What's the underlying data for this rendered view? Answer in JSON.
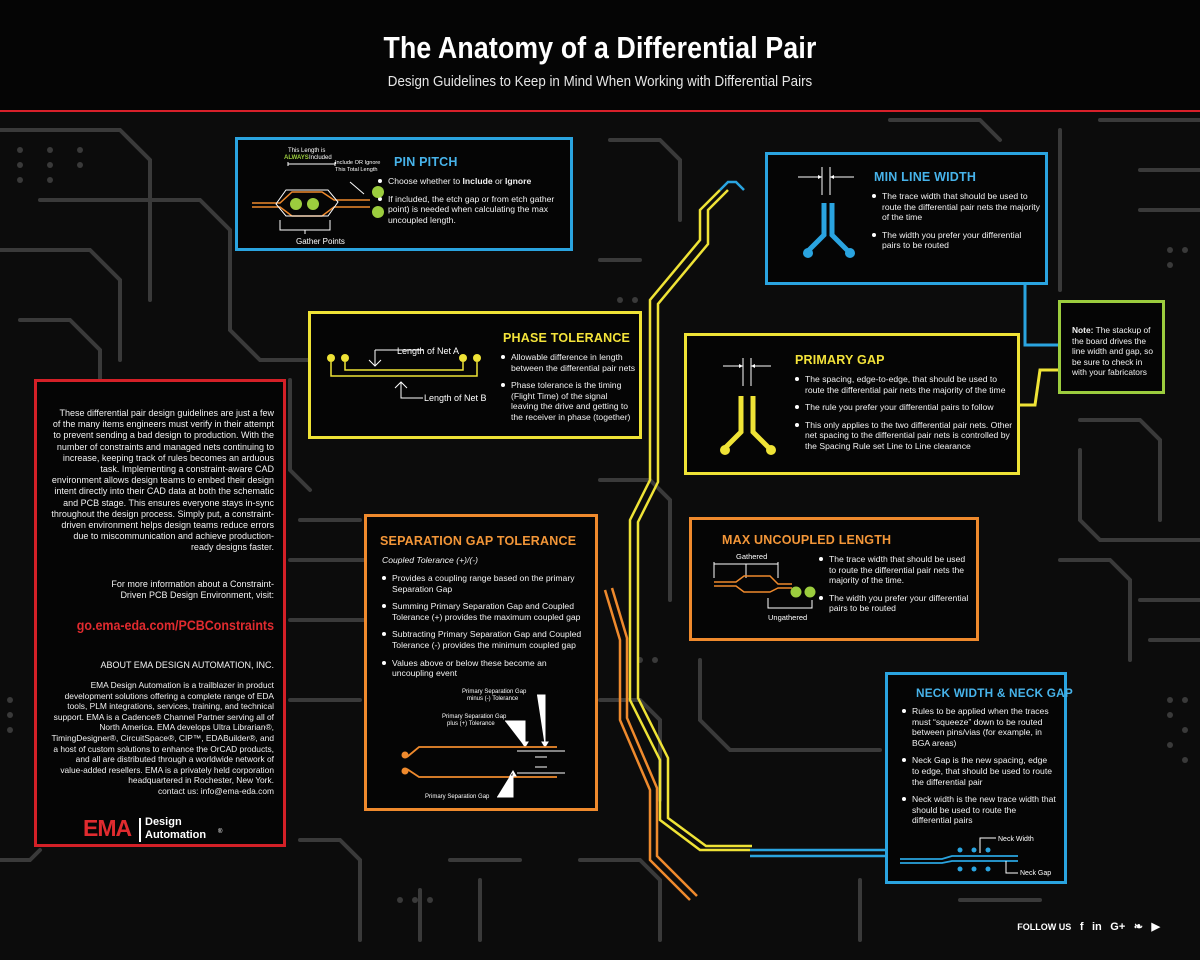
{
  "header": {
    "title": "The Anatomy of a Differential Pair",
    "subtitle": "Design Guidelines to Keep in Mind When Working with Differential Pairs"
  },
  "colors": {
    "blue": "#2aa4e0",
    "yellow": "#efe336",
    "orange": "#ef8a2d",
    "red": "#d42027",
    "green": "#9ccd3e"
  },
  "pin_pitch": {
    "title": "PIN PITCH",
    "bullets": [
      {
        "pre": "Choose whether to ",
        "b1": "Include",
        "mid": " or ",
        "b2": "Ignore"
      },
      {
        "text": "If included, the etch gap or from etch gather point) is needed when calculating the max uncoupled length."
      }
    ],
    "fig": {
      "length_label_1": "This Length is",
      "length_label_always": "ALWAYS",
      "length_label_2": "Included",
      "ignore_label_1": "Include OR Ignore",
      "ignore_label_2": "This Total Length",
      "gather_label": "Gather Points"
    }
  },
  "min_line_width": {
    "title": "MIN LINE WIDTH",
    "bullets": [
      "The trace  width that should be used to route the differential pair nets the majority of the time",
      "The width you prefer your differential pairs to be routed"
    ]
  },
  "note": {
    "label": "Note:",
    "text": " The stackup of the board drives the line width and gap, so be sure to check in with your fabricators"
  },
  "phase_tolerance": {
    "title": "PHASE TOLERANCE",
    "bullets": [
      "Allowable difference in length between the differential pair nets",
      "Phase tolerance is the timing (Flight Time) of the signal leaving the drive and getting to the receiver in phase (together)"
    ],
    "fig": {
      "net_a": "Length of Net A",
      "net_b": "Length of Net B"
    }
  },
  "primary_gap": {
    "title": "PRIMARY GAP",
    "bullets": [
      "The spacing, edge-to-edge, that should be used to route the differential pair nets the majority of the time",
      "The rule you prefer your differential pairs to follow",
      "This only applies to the two differential pair nets. Other net spacing to the differential pair nets is controlled by the Spacing Rule set Line to Line  clearance"
    ]
  },
  "separation_gap": {
    "title": "SEPARATION GAP TOLERANCE",
    "subtitle": "Coupled Tolerance (+)/(-)",
    "bullets": [
      "Provides a coupling range based on the primary Separation Gap",
      "Summing Primary Separation Gap and Coupled Tolerance (+) provides the maximum coupled gap",
      "Subtracting Primary Separation Gap and Coupled Tolerance (-) provides the minimum coupled gap",
      "Values above or below these become an uncoupling event"
    ],
    "fig": {
      "minus_1": "Primary Separation Gap",
      "minus_2": "minus (-) Tolerance",
      "plus_1": "Primary Separation Gap",
      "plus_2": "plus (+) Tolerance",
      "primary": "Primary Separation Gap"
    }
  },
  "max_uncoupled": {
    "title": "MAX UNCOUPLED LENGTH",
    "bullets": [
      "The trace width that should be used to route the differential pair nets the majority of the time.",
      "The width you prefer your differential pairs to be routed"
    ],
    "fig": {
      "gathered": "Gathered",
      "ungathered": "Ungathered"
    }
  },
  "neck": {
    "title": "NECK WIDTH & NECK GAP",
    "bullets": [
      "Rules to be applied when the traces must “squeeze” down to be routed between pins/vias (for example, in BGA areas)",
      "Neck Gap is the new spacing, edge to edge, that should be used to route the differential pair",
      "Neck width is the new trace width that should be used to route the differential pairs"
    ],
    "fig": {
      "neck_width": "Neck Width",
      "neck_gap": "Neck Gap"
    }
  },
  "panel": {
    "intro": "These differential pair design guidelines are just a few of the many items engineers must verify in their attempt to prevent sending a bad design to production. With the number of constraints and managed nets continuing to increase, keeping track of rules becomes an arduous task. Implementing a constraint-aware CAD environment allows design teams to embed their design intent directly into their CAD data at both the schematic and PCB stage. This ensures everyone stays in-sync throughout the design process. Simply put, a constraint-driven environment helps design teams reduce errors due to miscommunication and achieve production-ready designs faster.",
    "more_info": "For more information about a Constraint-Driven PCB Design Environment, visit:",
    "url": "go.ema-eda.com/PCBConstraints",
    "about_heading": "ABOUT EMA DESIGN AUTOMATION, INC.",
    "about": "EMA Design Automation is a trailblazer in product development solutions offering a complete range of EDA tools, PLM integrations, services, training, and technical support. EMA is a Cadence® Channel Partner serving all of North America. EMA develops Ultra Librarian®, TimingDesigner®, CircuitSpace®, CIP™, EDABuilder®, and a host of custom solutions to enhance the OrCAD products, and all are distributed through a worldwide network of value-added resellers. EMA is a privately held corporation headquartered in Rochester,  New  York.",
    "contact": "contact us: info@ema-eda.com",
    "logo_mark": "EMA",
    "logo_line1": "Design",
    "logo_line2": "Automation",
    "logo_reg": "®"
  },
  "footer": {
    "follow": "FOLLOW US",
    "icons": [
      "facebook-icon",
      "linkedin-icon",
      "googleplus-icon",
      "twitter-icon",
      "youtube-icon"
    ],
    "glyphs": [
      "f",
      "in",
      "G+",
      "❧",
      "▶"
    ]
  }
}
